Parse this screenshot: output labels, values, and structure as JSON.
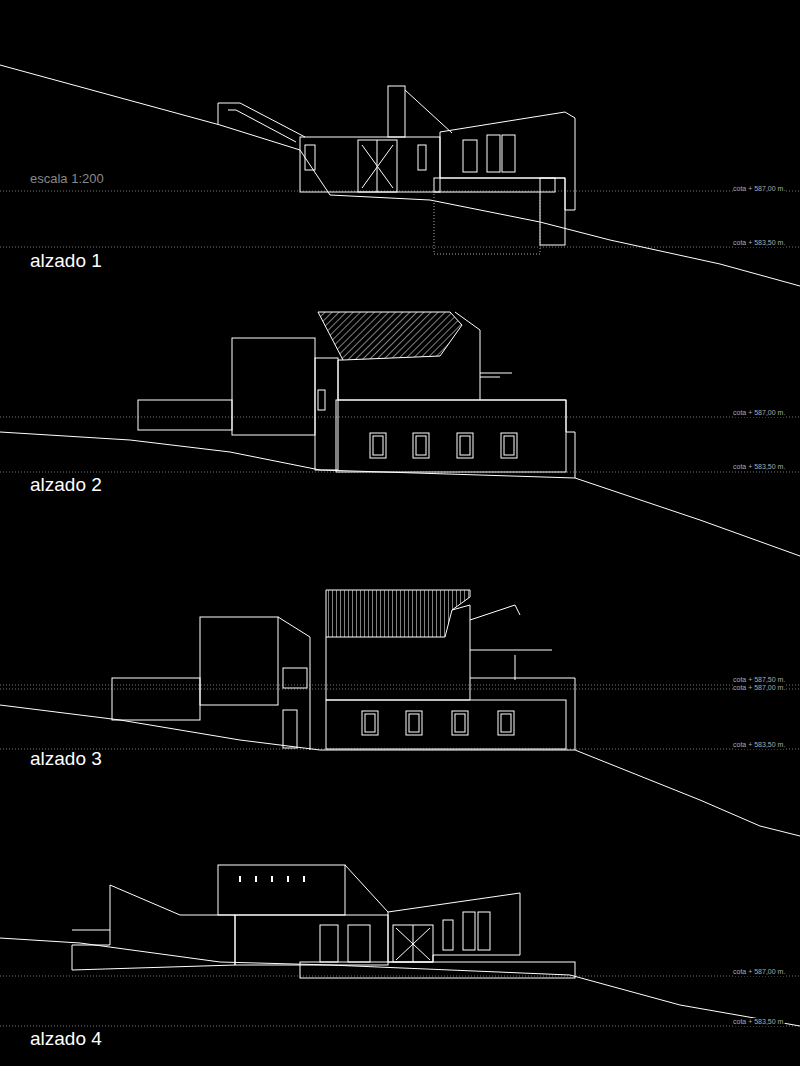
{
  "diagram": {
    "labels": [
      "escala 1:200",
      "cota + 587,00 m.",
      "cota + 583,50 m.",
      "alzado 1",
      "cota + 587,00 m.",
      "cota + 583,50 m.",
      "alzado 2",
      "cota + 587,50 m.",
      "cota + 587,00 m.",
      "cota + 583,50 m.",
      "alzado 3",
      "cota + 587,00 m.",
      "cota + 583,50 m.",
      "alzado 4"
    ]
  }
}
